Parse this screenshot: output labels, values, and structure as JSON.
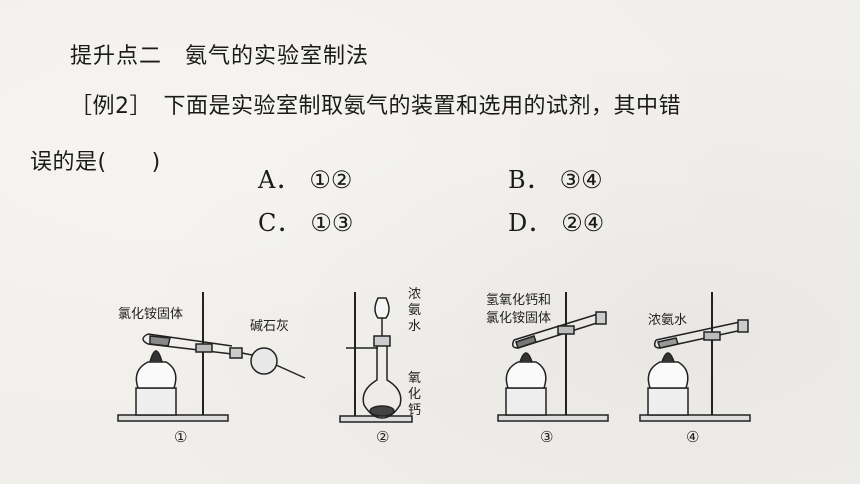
{
  "heading": "提升点二　氨气的实验室制法",
  "question": {
    "line1": "［例2］　下面是实验室制取氨气的装置和选用的试剂，其中错",
    "line2": "误的是(　　)"
  },
  "options": [
    {
      "label": "A．",
      "value": "①②"
    },
    {
      "label": "B．",
      "value": "③④"
    },
    {
      "label": "C．",
      "value": "①③"
    },
    {
      "label": "D．",
      "value": "②④"
    }
  ],
  "figures": {
    "fig1": {
      "number": "①",
      "reagent": "氯化铵固体",
      "absorber": "碱石灰"
    },
    "fig2": {
      "number": "②",
      "top_l1": "浓",
      "top_l2": "氨",
      "top_l3": "水",
      "bot_l1": "氧",
      "bot_l2": "化",
      "bot_l3": "钙"
    },
    "fig3": {
      "number": "③",
      "reagent_l1": "氢氧化钙和",
      "reagent_l2": "氯化铵固体"
    },
    "fig4": {
      "number": "④",
      "reagent": "浓氨水"
    }
  }
}
